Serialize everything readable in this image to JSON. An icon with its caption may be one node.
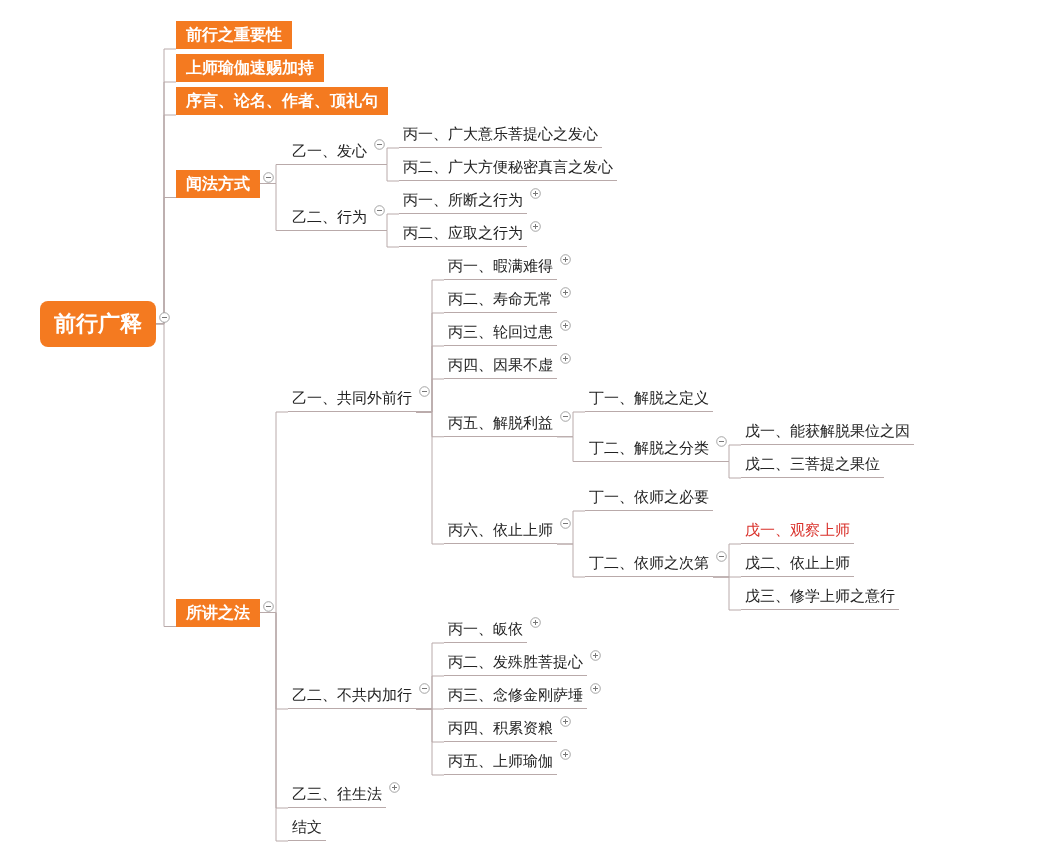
{
  "diagram": {
    "nodes": [
      {
        "text": [
          "前行广释"
        ]
      },
      {
        "text": [
          "前行之重要性"
        ]
      },
      {
        "text": [
          "上师瑜伽速赐加持"
        ]
      },
      {
        "text": [
          "序言、论名、作者、顶礼句"
        ]
      },
      {
        "text": [
          "闻法方式"
        ]
      },
      {
        "text": [
          "乙一、发心"
        ]
      },
      {
        "text": [
          "丙一、广大意乐菩提心之发心"
        ]
      },
      {
        "text": [
          "丙二、广大方便秘密真言之发心"
        ]
      },
      {
        "text": [
          "乙二、行为"
        ]
      },
      {
        "text": [
          "丙一、所断之行为"
        ]
      },
      {
        "text": [
          "丙二、应取之行为"
        ]
      },
      {
        "text": [
          "所讲之法"
        ]
      },
      {
        "text": [
          "乙一、共同外前行"
        ]
      },
      {
        "text": [
          "丙一、暇满难得"
        ]
      },
      {
        "text": [
          "丙二、寿命无常"
        ]
      },
      {
        "text": [
          "丙三、轮回过患"
        ]
      },
      {
        "text": [
          "丙四、因果不虚"
        ]
      },
      {
        "text": [
          "丙五、解脱利益"
        ]
      },
      {
        "text": [
          "丁一、解脱之定义"
        ]
      },
      {
        "text": [
          "丁二、解脱之分类"
        ]
      },
      {
        "text": [
          "戊一、能获解脱果位之因"
        ]
      },
      {
        "text": [
          "戊二、三菩提之果位"
        ]
      },
      {
        "text": [
          "丙六、依止上师"
        ]
      },
      {
        "text": [
          "丁一、依师之必要"
        ]
      },
      {
        "text": [
          "丁二、依师之次第"
        ]
      },
      {
        "text": [
          "戊一、观察上师"
        ]
      },
      {
        "text": [
          "戊二、依止上师"
        ]
      },
      {
        "text": [
          "戊三、修学上师之意行"
        ]
      },
      {
        "text": [
          "乙二、不共内加行"
        ]
      },
      {
        "text": [
          "丙一、皈依"
        ]
      },
      {
        "text": [
          "丙二、发殊胜菩提心"
        ]
      },
      {
        "text": [
          "丙三、念修金刚萨埵"
        ]
      },
      {
        "text": [
          "丙四、积累资粮"
        ]
      },
      {
        "text": [
          "丙五、上师瑜伽"
        ]
      },
      {
        "text": [
          "乙三、往生法"
        ]
      },
      {
        "text": [
          "结文"
        ]
      }
    ],
    "edges": [
      {
        "from": 0,
        "to": 1,
        "arrow": "none"
      },
      {
        "from": 0,
        "to": 2,
        "arrow": "none"
      },
      {
        "from": 0,
        "to": 3,
        "arrow": "none"
      },
      {
        "from": 0,
        "to": 4,
        "arrow": "none"
      },
      {
        "from": 4,
        "to": 5,
        "arrow": "none"
      },
      {
        "from": 5,
        "to": 6,
        "arrow": "none"
      },
      {
        "from": 5,
        "to": 7,
        "arrow": "none"
      },
      {
        "from": 4,
        "to": 8,
        "arrow": "none"
      },
      {
        "from": 8,
        "to": 9,
        "arrow": "none"
      },
      {
        "from": 8,
        "to": 10,
        "arrow": "none"
      },
      {
        "from": 0,
        "to": 11,
        "arrow": "none"
      },
      {
        "from": 11,
        "to": 12,
        "arrow": "none"
      },
      {
        "from": 12,
        "to": 13,
        "arrow": "none"
      },
      {
        "from": 12,
        "to": 14,
        "arrow": "none"
      },
      {
        "from": 12,
        "to": 15,
        "arrow": "none"
      },
      {
        "from": 12,
        "to": 16,
        "arrow": "none"
      },
      {
        "from": 12,
        "to": 17,
        "arrow": "none"
      },
      {
        "from": 17,
        "to": 18,
        "arrow": "none"
      },
      {
        "from": 17,
        "to": 19,
        "arrow": "none"
      },
      {
        "from": 19,
        "to": 20,
        "arrow": "none"
      },
      {
        "from": 19,
        "to": 21,
        "arrow": "none"
      },
      {
        "from": 12,
        "to": 22,
        "arrow": "none"
      },
      {
        "from": 22,
        "to": 23,
        "arrow": "none"
      },
      {
        "from": 22,
        "to": 24,
        "arrow": "none"
      },
      {
        "from": 24,
        "to": 25,
        "arrow": "none"
      },
      {
        "from": 24,
        "to": 26,
        "arrow": "none"
      },
      {
        "from": 24,
        "to": 27,
        "arrow": "none"
      },
      {
        "from": 11,
        "to": 28,
        "arrow": "none"
      },
      {
        "from": 28,
        "to": 29,
        "arrow": "none"
      },
      {
        "from": 28,
        "to": 30,
        "arrow": "none"
      },
      {
        "from": 28,
        "to": 31,
        "arrow": "none"
      },
      {
        "from": 28,
        "to": 32,
        "arrow": "none"
      },
      {
        "from": 28,
        "to": 33,
        "arrow": "none"
      },
      {
        "from": 11,
        "to": 34,
        "arrow": "none"
      },
      {
        "from": 11,
        "to": 35,
        "arrow": "none"
      }
    ]
  }
}
